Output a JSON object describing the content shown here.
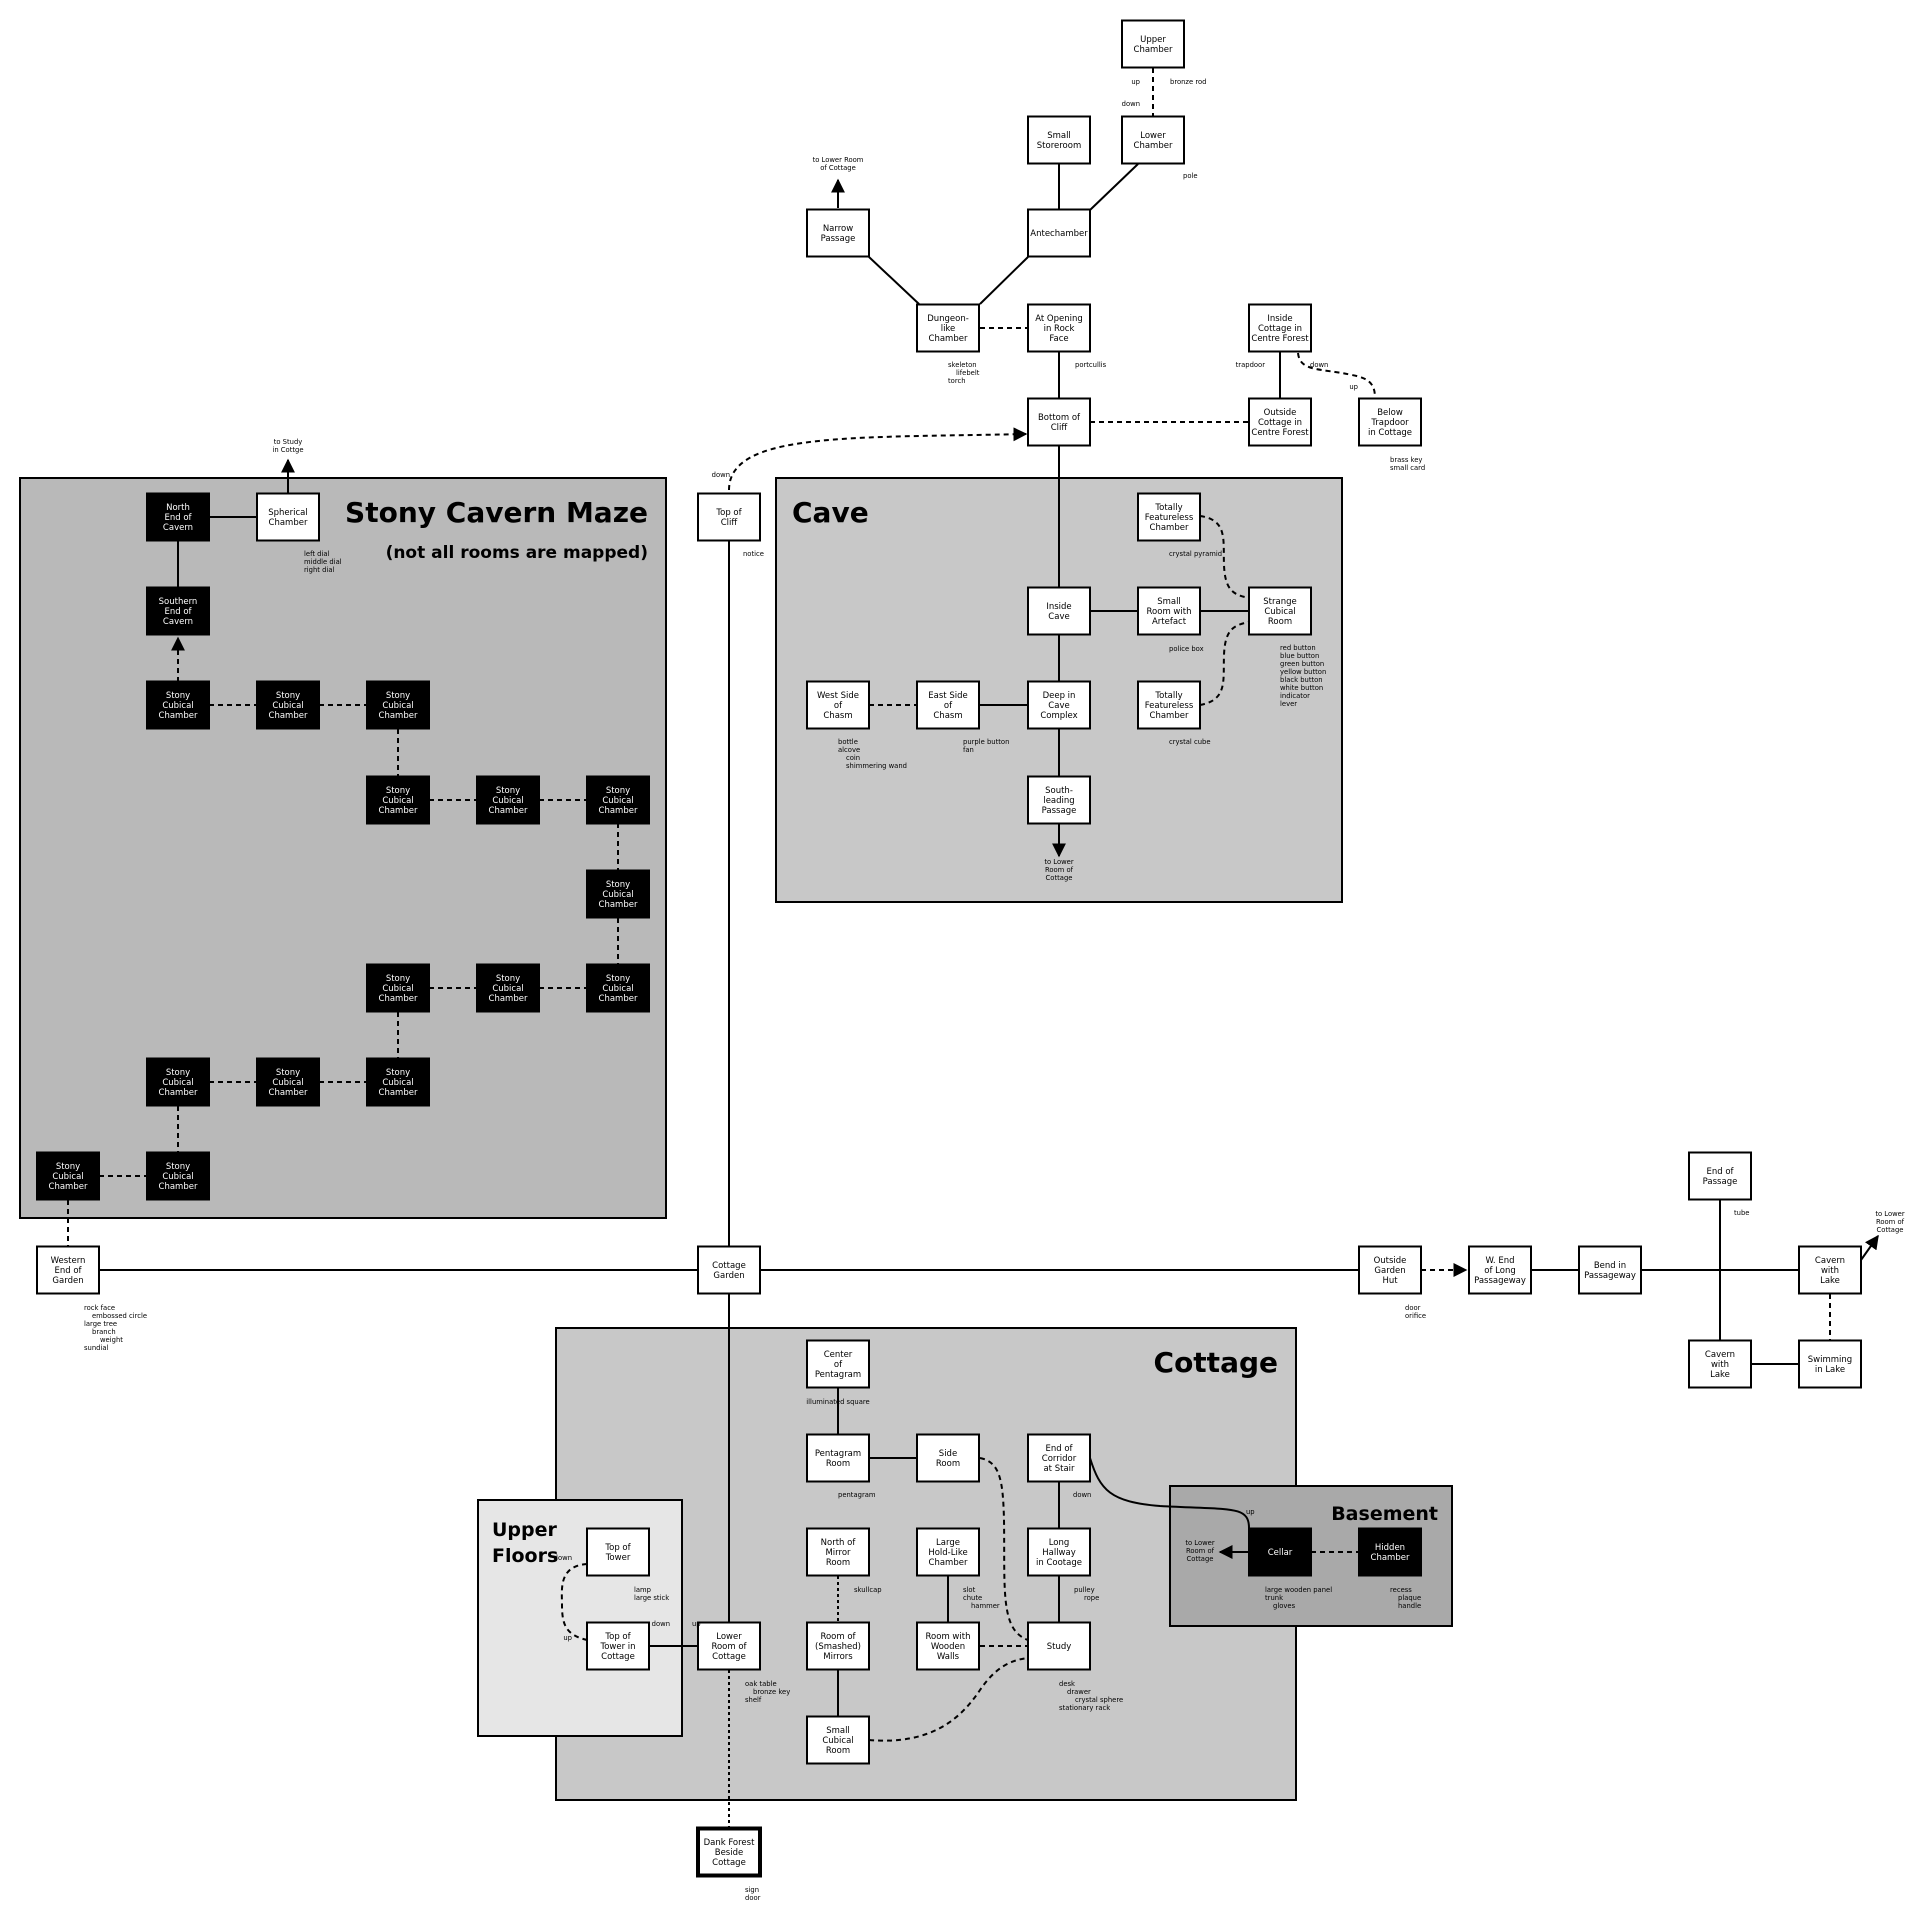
{
  "regions": {
    "maze": {
      "title": "Stony Cavern Maze",
      "subtitle": "(not all rooms are mapped)"
    },
    "cave": {
      "title": "Cave"
    },
    "cottage": {
      "title": "Cottage"
    },
    "upper": {
      "title_line1": "Upper",
      "title_line2": "Floors"
    },
    "basement": {
      "title": "Basement"
    }
  },
  "rooms": {
    "upper_chamber": [
      "Upper",
      "Chamber"
    ],
    "small_storeroom": [
      "Small",
      "Storeroom"
    ],
    "lower_chamber": [
      "Lower",
      "Chamber"
    ],
    "narrow_passage": [
      "Narrow",
      "Passage"
    ],
    "antechamber": [
      "Antechamber"
    ],
    "dungeon": [
      "Dungeon-",
      "like",
      "Chamber"
    ],
    "opening": [
      "At Opening",
      "in Rock",
      "Face"
    ],
    "inside_cottage_forest": [
      "Inside",
      "Cottage in",
      "Centre Forest"
    ],
    "bottom_cliff": [
      "Bottom of",
      "Cliff"
    ],
    "outside_cottage_forest": [
      "Outside",
      "Cottage in",
      "Centre Forest"
    ],
    "below_trapdoor": [
      "Below",
      "Trapdoor",
      "in Cottage"
    ],
    "top_cliff": [
      "Top of",
      "Cliff"
    ],
    "north_end": [
      "North",
      "End of",
      "Cavern"
    ],
    "spherical": [
      "Spherical",
      "Chamber"
    ],
    "southern_end": [
      "Southern",
      "End of",
      "Cavern"
    ],
    "stony": [
      "Stony",
      "Cubical",
      "Chamber"
    ],
    "totally_featureless": [
      "Totally",
      "Featureless",
      "Chamber"
    ],
    "inside_cave": [
      "Inside",
      "Cave"
    ],
    "small_room_artefact": [
      "Small",
      "Room with",
      "Artefact"
    ],
    "strange_cubical": [
      "Strange",
      "Cubical",
      "Room"
    ],
    "west_chasm": [
      "West Side",
      "of",
      "Chasm"
    ],
    "east_chasm": [
      "East Side",
      "of",
      "Chasm"
    ],
    "deep_cave": [
      "Deep in",
      "Cave",
      "Complex"
    ],
    "south_passage": [
      "South-",
      "leading",
      "Passage"
    ],
    "western_garden": [
      "Western",
      "End of",
      "Garden"
    ],
    "cottage_garden": [
      "Cottage",
      "Garden"
    ],
    "outside_hut": [
      "Outside",
      "Garden",
      "Hut"
    ],
    "w_end_passage": [
      "W. End",
      "of Long",
      "Passageway"
    ],
    "bend_passage": [
      "Bend in",
      "Passageway"
    ],
    "end_passage": [
      "End of",
      "Passage"
    ],
    "cavern_lake_e": [
      "Cavern",
      "with",
      "Lake"
    ],
    "cavern_lake_w": [
      "Cavern",
      "with",
      "Lake"
    ],
    "swimming_lake": [
      "Swimming",
      "in Lake"
    ],
    "center_pentagram": [
      "Center",
      "of",
      "Pentagram"
    ],
    "pentagram_room": [
      "Pentagram",
      "Room"
    ],
    "side_room": [
      "Side",
      "Room"
    ],
    "end_corridor": [
      "End of",
      "Corridor",
      "at Stair"
    ],
    "north_mirror": [
      "North of",
      "Mirror",
      "Room"
    ],
    "large_hold": [
      "Large",
      "Hold-Like",
      "Chamber"
    ],
    "long_hallway": [
      "Long",
      "Hallway",
      "in Cootage"
    ],
    "smashed_mirrors": [
      "Room of",
      "(Smashed)",
      "Mirrors"
    ],
    "wooden_walls": [
      "Room with",
      "Wooden",
      "Walls"
    ],
    "study": [
      "Study"
    ],
    "small_cubical": [
      "Small",
      "Cubical",
      "Room"
    ],
    "top_tower": [
      "Top of",
      "Tower"
    ],
    "top_tower_cottage": [
      "Top of",
      "Tower in",
      "Cottage"
    ],
    "lower_room": [
      "Lower",
      "Room of",
      "Cottage"
    ],
    "cellar": [
      "Cellar"
    ],
    "hidden_chamber": [
      "Hidden",
      "Chamber"
    ],
    "dank_forest": [
      "Dank Forest",
      "Beside",
      "Cottage"
    ]
  },
  "notes": {
    "bronze_rod": [
      "bronze rod"
    ],
    "up_1": [
      "up"
    ],
    "down_1": [
      "down"
    ],
    "pole": [
      "pole"
    ],
    "to_lower_room_top": [
      "to Lower Room",
      "of Cottage"
    ],
    "dungeon_items": [
      "skeleton",
      "lifebelt",
      "torch"
    ],
    "portcullis": [
      "portcullis"
    ],
    "trapdoor": [
      "trapdoor"
    ],
    "down_2": [
      "down"
    ],
    "up_2": [
      "up"
    ],
    "brass_key": [
      "brass key",
      "small card"
    ],
    "down_3": [
      "down"
    ],
    "notice": [
      "notice"
    ],
    "to_study": [
      "to Study",
      "in Cottge"
    ],
    "dials": [
      "left dial",
      "middle dial",
      "right dial"
    ],
    "crystal_pyramid": [
      "crystal pyramid"
    ],
    "police_box": [
      "police box"
    ],
    "buttons": [
      "red button",
      "blue button",
      "green button",
      "yellow button",
      "black button",
      "white button",
      "indicator",
      "lever"
    ],
    "west_chasm_items": [
      "bottle",
      "alcove",
      "coin",
      "shimmering wand"
    ],
    "east_chasm_items": [
      "purple button",
      "fan"
    ],
    "crystal_cube": [
      "crystal cube"
    ],
    "to_lower_room_cave": [
      "to Lower",
      "Room of",
      "Cottage"
    ],
    "garden_items": [
      "rock face",
      "embossed circle",
      "large tree",
      "branch",
      "weight",
      "sundial"
    ],
    "hut_items": [
      "door",
      "orifice"
    ],
    "tube": [
      "tube"
    ],
    "to_lower_room_lake": [
      "to Lower",
      "Room of",
      "Cottage"
    ],
    "illuminated": [
      "illuminated square"
    ],
    "pentagram": [
      "pentagram"
    ],
    "down_4": [
      "down"
    ],
    "skullcap": [
      "skullcap"
    ],
    "slot_items": [
      "slot",
      "chute",
      "hammer"
    ],
    "pulley": [
      "pulley",
      "rope"
    ],
    "study_items": [
      "desk",
      "drawer",
      "crystal sphere",
      "stationary rack"
    ],
    "down_5": [
      "down"
    ],
    "up_3": [
      "up"
    ],
    "lamp": [
      "lamp",
      "large stick"
    ],
    "down_6": [
      "down"
    ],
    "up_4": [
      "up"
    ],
    "lower_room_items": [
      "oak table",
      "bronze key",
      "shelf"
    ],
    "up_5": [
      "up"
    ],
    "to_lower_room_cellar": [
      "to Lower",
      "Room of",
      "Cottage"
    ],
    "panel": [
      "large wooden panel",
      "trunk",
      "gloves"
    ],
    "recess": [
      "recess",
      "plaque",
      "handle"
    ],
    "sign": [
      "sign",
      "door"
    ]
  },
  "colors": {
    "maze_fill": "#b9b9b9",
    "cave_fill": "#c8c8c8",
    "cottage_fill": "#c8c8c8",
    "upper_fill": "#e6e6e6",
    "basement_fill": "#a9a9a9",
    "room_white": "#ffffff",
    "room_black": "#000000",
    "line": "#000000"
  }
}
